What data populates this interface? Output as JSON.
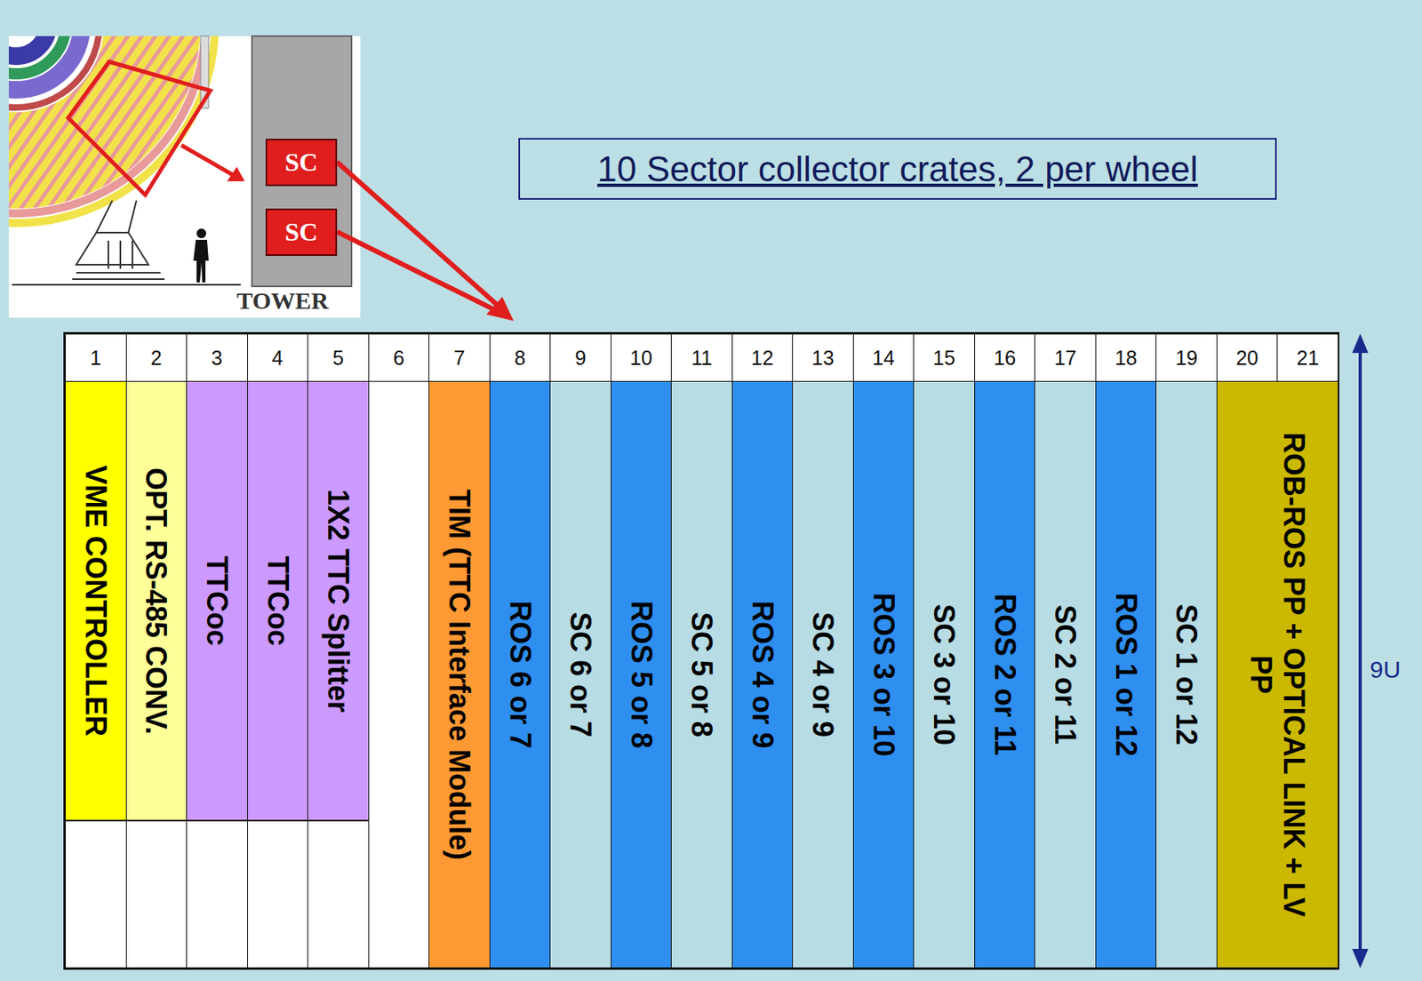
{
  "diagram": {
    "title": "10 Sector collector crates, 2 per wheel",
    "nodes": [
      {
        "text": [
          "SC"
        ]
      },
      {
        "text": [
          "SC"
        ]
      },
      {
        "text": [
          "VME CONTROLLER"
        ]
      },
      {
        "text": [
          "OPT. RS-485 CONV."
        ]
      },
      {
        "text": [
          "TTCoc"
        ]
      },
      {
        "text": [
          "TTCoc"
        ]
      },
      {
        "text": [
          "1X2 TTC Splitter"
        ]
      },
      {
        "text": [
          "TIM (TTC Interface Module)"
        ]
      },
      {
        "text": [
          "ROS 6 or 7"
        ]
      },
      {
        "text": [
          "SC 6 or 7"
        ]
      },
      {
        "text": [
          "ROS 5 or 8"
        ]
      },
      {
        "text": [
          "SC 5 or 8"
        ]
      },
      {
        "text": [
          "ROS 4 or 9"
        ]
      },
      {
        "text": [
          "SC 4 or 9"
        ]
      },
      {
        "text": [
          "ROS 3 or 10"
        ]
      },
      {
        "text": [
          "SC 3 or 10"
        ]
      },
      {
        "text": [
          "ROS 2 or 11"
        ]
      },
      {
        "text": [
          "SC 2 or 11"
        ]
      },
      {
        "text": [
          "ROS 1 or 12"
        ]
      },
      {
        "text": [
          "SC 1 or 12"
        ]
      },
      {
        "text": [
          "ROB-ROS PP + OPTICAL LINK + LV PP"
        ]
      }
    ],
    "labels": [
      "TOWER",
      "1",
      "2",
      "3",
      "4",
      "5",
      "6",
      "7",
      "8",
      "9",
      "10",
      "11",
      "12",
      "13",
      "14",
      "15",
      "16",
      "17",
      "18",
      "19",
      "20",
      "21",
      "9U"
    ]
  }
}
